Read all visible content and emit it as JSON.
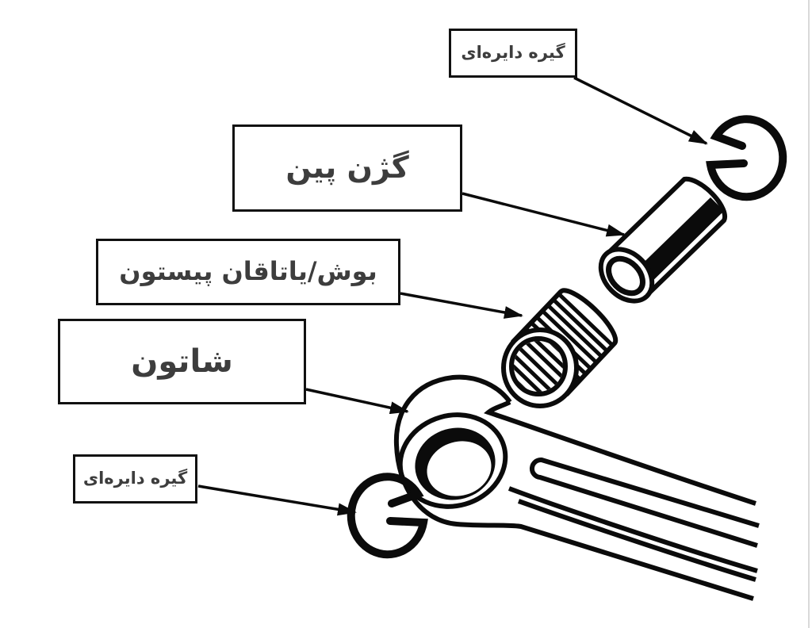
{
  "diagram": {
    "background_color": "#ffffff",
    "ink_color": "#0b0b0b",
    "label_text_color": "#3d3d3d",
    "labels": [
      {
        "id": "circlip-top",
        "text": "گیره دایره‌ای"
      },
      {
        "id": "gudgeon-pin",
        "text": "گژن پین"
      },
      {
        "id": "piston-bush-bearing",
        "text": "بوش/یاتاقان پیستون"
      },
      {
        "id": "connecting-rod",
        "text": "شاتون"
      },
      {
        "id": "circlip-bottom",
        "text": "گیره دایره‌ای"
      }
    ]
  }
}
